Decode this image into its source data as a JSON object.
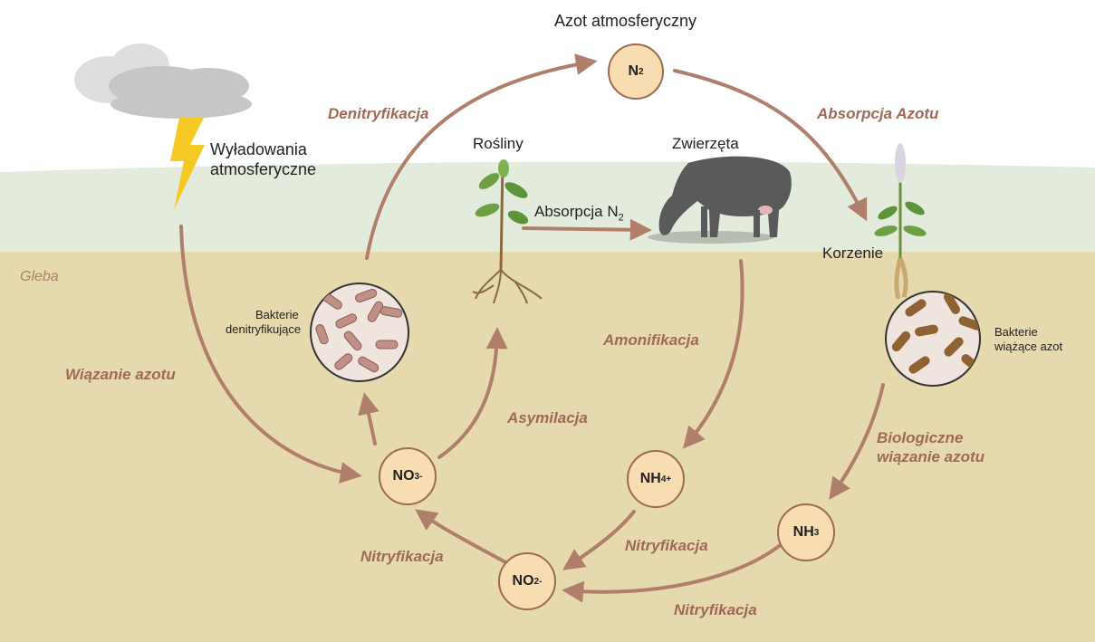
{
  "labels": {
    "atmospheric_nitrogen": "Azot atmosferyczny",
    "lightning": [
      "Wyładowania",
      "atmosferyczne"
    ],
    "plants": "Rośliny",
    "animals": "Zwierzęta",
    "absorption_n2": "Absorpcja N",
    "absorption_n2_sub": "2",
    "root": "Korzenie",
    "soil": "Gleba",
    "denitrifying_bacteria": [
      "Bakterie",
      "denitryfikujące"
    ],
    "fixing_bacteria": [
      "Bakterie",
      "wiążące azot"
    ]
  },
  "processes": {
    "denitrification": "Denitryfikacja",
    "nitrogen_absorption": "Absorpcja Azotu",
    "nitrogen_fixation": "Wiązanie azotu",
    "ammonification": "Amonifikacja",
    "assimilation": "Asymilacja",
    "biological_fixation": [
      "Biologiczne",
      "wiązanie azotu"
    ],
    "nitrification_left": "Nitryfikacja",
    "nitrification_mid": "Nitryfikacja",
    "nitrification_bottom": "Nitryfikacja"
  },
  "nodes": {
    "n2": {
      "base": "N",
      "sub": "2",
      "sup": ""
    },
    "no3": {
      "base": "NO",
      "sub": "3",
      "sup": "-"
    },
    "nh4": {
      "base": "NH",
      "sub": "4",
      "sup": "+"
    },
    "no2": {
      "base": "NO",
      "sub": "2",
      "sup": "-"
    },
    "nh3": {
      "base": "NH",
      "sub": "3",
      "sup": ""
    }
  },
  "colors": {
    "sky": "#ffffff",
    "grass_band": "#e3ebdc",
    "soil": "#e6d9ad",
    "arrow": "#b07f6b",
    "node_fill": "#f9ddb2",
    "node_border": "#9b6a4f",
    "process_text": "#9e6a57",
    "cloud": "#c6c6c6",
    "lightning": "#f5c925",
    "cow": "#555555",
    "bacteria_fill": "#efe4de",
    "bacteria_rod": "#c08f86",
    "fixing_rod": "#8e6232"
  }
}
